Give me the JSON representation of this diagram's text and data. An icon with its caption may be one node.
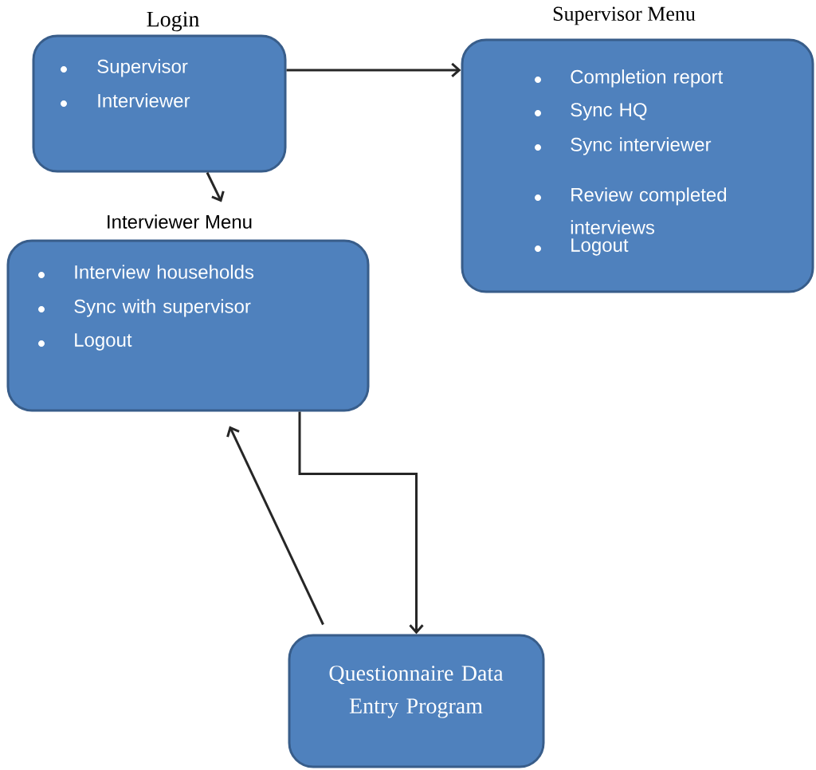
{
  "diagram": {
    "nodes": [
      {
        "text": [
          "Login",
          "Supervisor",
          "Interviewer"
        ]
      },
      {
        "text": [
          "Supervisor Menu",
          "Completion report",
          "Sync HQ",
          "Sync interviewer",
          "Review completed interviews",
          "Logout"
        ]
      },
      {
        "text": [
          "Interviewer Menu",
          "Interview households",
          "Sync with supervisor",
          "Logout"
        ]
      },
      {
        "text": [
          "Questionnaire Data Entry Program"
        ]
      }
    ],
    "edges": [
      {
        "from": 0,
        "to": 1,
        "arrow": "to"
      },
      {
        "from": 0,
        "to": 2,
        "arrow": "to"
      },
      {
        "from": 2,
        "to": 3,
        "arrow": "to"
      },
      {
        "from": 3,
        "to": 2,
        "arrow": "to"
      }
    ]
  }
}
